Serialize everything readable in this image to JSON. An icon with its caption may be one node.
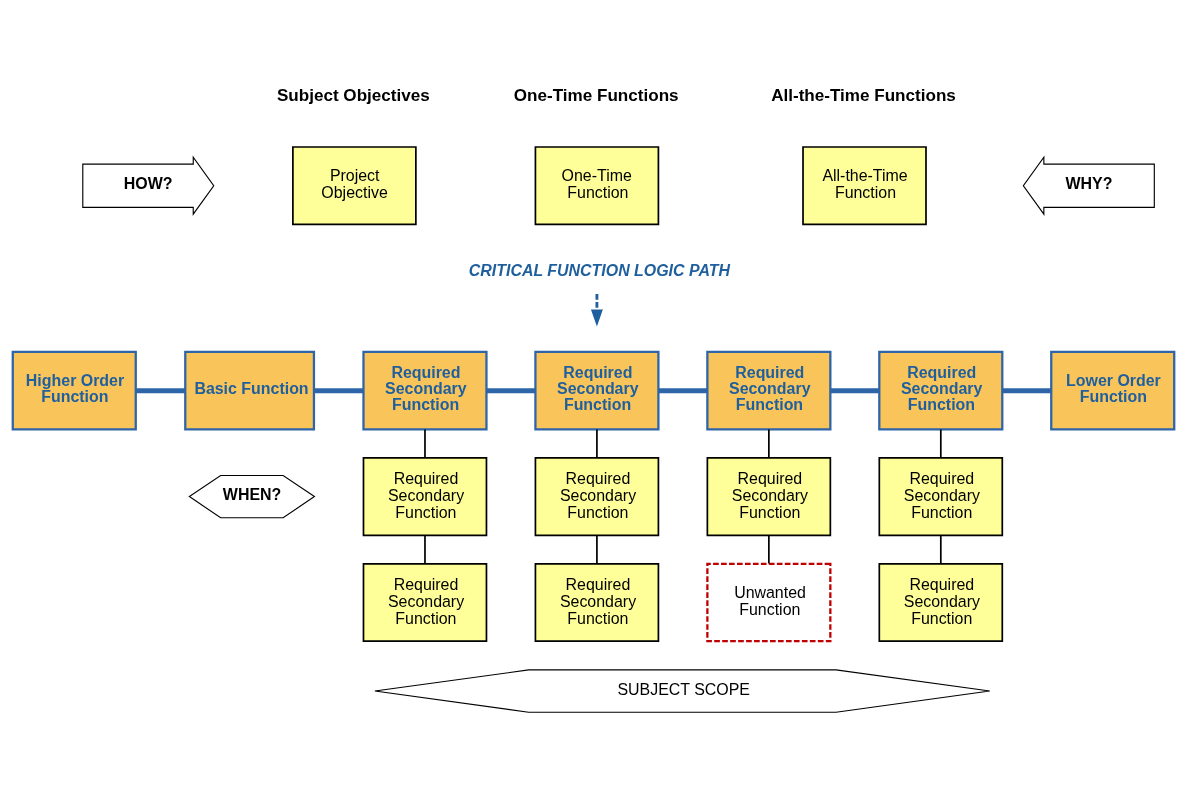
{
  "diagram": {
    "nodes": [
      {
        "text": [
          "HOW?"
        ]
      },
      {
        "text": [
          "Project Objective"
        ]
      },
      {
        "text": [
          "One-Time Function"
        ]
      },
      {
        "text": [
          "All-the-Time Function"
        ]
      },
      {
        "text": [
          "WHY?"
        ]
      },
      {
        "text": [
          "CRITICAL FUNCTION LOGIC PATH"
        ]
      },
      {
        "text": [
          "Higher Order Function"
        ]
      },
      {
        "text": [
          "Basic Function"
        ]
      },
      {
        "text": [
          "Required Secondary Function"
        ]
      },
      {
        "text": [
          "Required Secondary Function"
        ]
      },
      {
        "text": [
          "Required Secondary Function"
        ]
      },
      {
        "text": [
          "Required Secondary Function"
        ]
      },
      {
        "text": [
          "Lower Order Function"
        ]
      },
      {
        "text": [
          "Required Secondary Function"
        ]
      },
      {
        "text": [
          "Required Secondary Function"
        ]
      },
      {
        "text": [
          "Required Secondary Function"
        ]
      },
      {
        "text": [
          "Required Secondary Function"
        ]
      },
      {
        "text": [
          "WHEN?"
        ]
      },
      {
        "text": [
          "Required Secondary Function"
        ]
      },
      {
        "text": [
          "Required Secondary Function"
        ]
      },
      {
        "text": [
          "Unwanted Function"
        ]
      },
      {
        "text": [
          "Required Secondary Function"
        ]
      },
      {
        "text": [
          "SUBJECT SCOPE"
        ]
      }
    ],
    "edges": [
      {
        "from": 6,
        "to": 7,
        "arrow": "none",
        "style": "thick",
        "color": "#2e64a8"
      },
      {
        "from": 7,
        "to": 8,
        "arrow": "none",
        "style": "thick",
        "color": "#2e64a8"
      },
      {
        "from": 8,
        "to": 9,
        "arrow": "none",
        "style": "thick",
        "color": "#2e64a8"
      },
      {
        "from": 9,
        "to": 10,
        "arrow": "none",
        "style": "thick",
        "color": "#2e64a8"
      },
      {
        "from": 10,
        "to": 11,
        "arrow": "none",
        "style": "thick",
        "color": "#2e64a8"
      },
      {
        "from": 11,
        "to": 12,
        "arrow": "none",
        "style": "thick",
        "color": "#2e64a8"
      },
      {
        "from": 5,
        "to": null,
        "arrow": "to",
        "style": "dashed",
        "color": "#1f5f9e"
      },
      {
        "from": 8,
        "to": 13,
        "arrow": "none"
      },
      {
        "from": 13,
        "to": 18,
        "arrow": "none"
      },
      {
        "from": 9,
        "to": 14,
        "arrow": "none"
      },
      {
        "from": 14,
        "to": 19,
        "arrow": "none"
      },
      {
        "from": 10,
        "to": 15,
        "arrow": "none"
      },
      {
        "from": 15,
        "to": 20,
        "arrow": "none"
      },
      {
        "from": 11,
        "to": 16,
        "arrow": "none"
      },
      {
        "from": 16,
        "to": 21,
        "arrow": "none"
      }
    ],
    "labels": [
      "Subject Objectives",
      "One-Time Functions",
      "All-the-Time Functions"
    ]
  }
}
